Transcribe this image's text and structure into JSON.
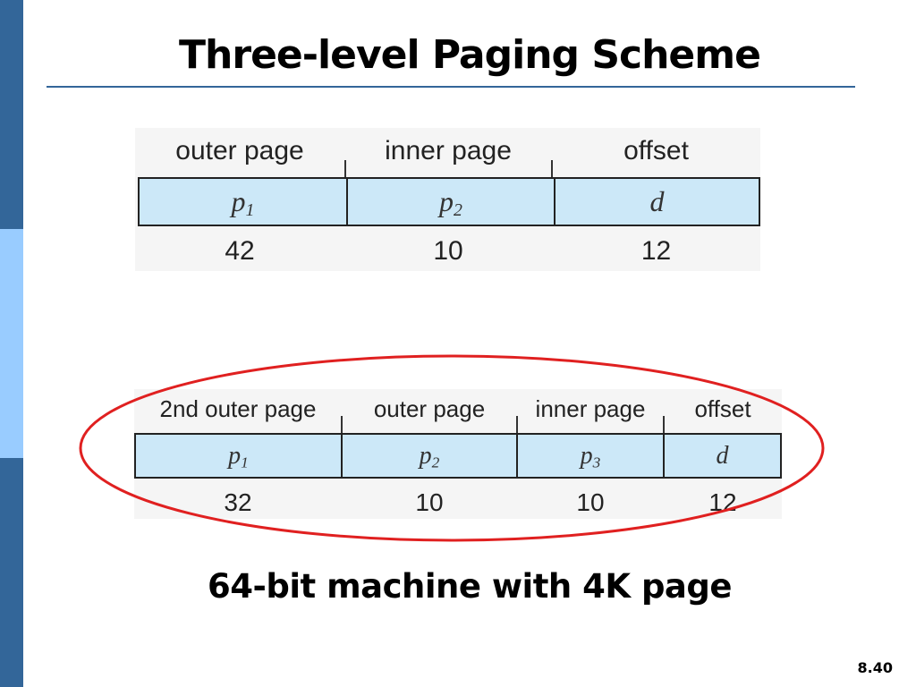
{
  "slide": {
    "title": "Three-level Paging Scheme",
    "caption": "64-bit machine with 4K page",
    "page_number": "8.40"
  },
  "colors": {
    "sidebar_dark": "#336699",
    "sidebar_light": "#99ccff",
    "title_rule": "#336699",
    "field_fill": "#cce8f8",
    "highlight_oval": "#e02020"
  },
  "two_level_diagram": {
    "labels": [
      "outer page",
      "inner page",
      "offset"
    ],
    "vars": [
      {
        "base": "p",
        "sub": "1"
      },
      {
        "base": "p",
        "sub": "2"
      },
      {
        "base": "d",
        "sub": ""
      }
    ],
    "bits": [
      "42",
      "10",
      "12"
    ]
  },
  "three_level_diagram": {
    "labels": [
      "2nd outer page",
      "outer page",
      "inner page",
      "offset"
    ],
    "vars": [
      {
        "base": "p",
        "sub": "1"
      },
      {
        "base": "p",
        "sub": "2"
      },
      {
        "base": "p",
        "sub": "3"
      },
      {
        "base": "d",
        "sub": ""
      }
    ],
    "bits": [
      "32",
      "10",
      "10",
      "12"
    ]
  }
}
